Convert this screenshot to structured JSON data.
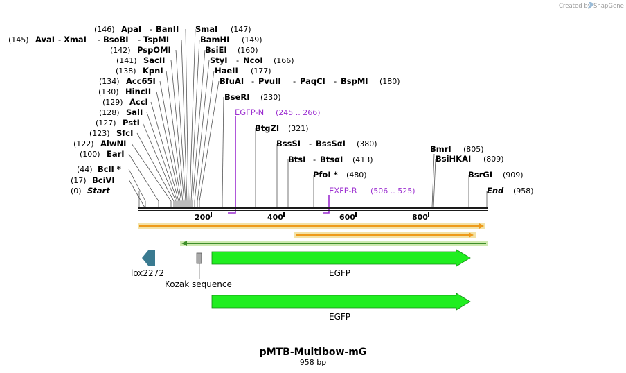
{
  "credit": {
    "created_by": "Created by",
    "brand": "SnapGene"
  },
  "map": {
    "length": 958
  },
  "sites": [
    {
      "name": "Start",
      "pos": "(0)",
      "italic": true
    },
    {
      "name": "BciVI",
      "pos": "(17)"
    },
    {
      "name": "BclI *",
      "pos": "(44)"
    },
    {
      "name": "EarI",
      "pos": "(100)"
    },
    {
      "name": "AlwNI",
      "pos": "(122)"
    },
    {
      "name": "SfcI",
      "pos": "(123)"
    },
    {
      "name": "PstI",
      "pos": "(127)"
    },
    {
      "name": "SalI",
      "pos": "(128)"
    },
    {
      "name": "AccI",
      "pos": "(129)"
    },
    {
      "name": "HincII",
      "pos": "(130)"
    },
    {
      "name": "Acc65I",
      "pos": "(134)"
    },
    {
      "name": "KpnI",
      "pos": "(138)"
    },
    {
      "name": "SacII",
      "pos": "(141)"
    },
    {
      "name": "PspOMI",
      "pos": "(142)"
    },
    {
      "name": "AvaI",
      "pos": "(145)",
      "extra": [
        "XmaI",
        "BsoBI",
        "TspMI"
      ]
    },
    {
      "name": "ApaI",
      "pos": "(146)",
      "extra": [
        "BanII"
      ]
    },
    {
      "name": "SmaI",
      "pos": "(147)"
    },
    {
      "name": "BamHI",
      "pos": "(149)"
    },
    {
      "name": "BsiEI",
      "pos": "(160)"
    },
    {
      "name": "StyI",
      "pos": "(166)",
      "extra": [
        "NcoI"
      ]
    },
    {
      "name": "HaeII",
      "pos": "(177)"
    },
    {
      "name": "BfuAI",
      "pos": "(180)",
      "extra": [
        "PvuII",
        "PaqCI",
        "BspMI"
      ]
    },
    {
      "name": "BseRI",
      "pos": "(230)"
    },
    {
      "name": "BtgZI",
      "pos": "(321)"
    },
    {
      "name": "BssSI",
      "pos": "(380)",
      "extra": [
        "BssSαI"
      ]
    },
    {
      "name": "BtsI",
      "pos": "(413)",
      "extra": [
        "BtsαI"
      ]
    },
    {
      "name": "PfoI *",
      "pos": "(480)"
    },
    {
      "name": "BmrI",
      "pos": "(805)"
    },
    {
      "name": "BsiHKAI",
      "pos": "(809)"
    },
    {
      "name": "BsrGI",
      "pos": "(909)"
    },
    {
      "name": "End",
      "pos": "(958)",
      "italic": true
    }
  ],
  "primers": [
    {
      "name": "EGFP-N",
      "range": "(245 .. 266)"
    },
    {
      "name": "EXFP-R",
      "range": "(506 .. 525)"
    }
  ],
  "ticks": [
    "200",
    "400",
    "600",
    "800"
  ],
  "features": {
    "lox": "lox2272",
    "kozak": "Kozak sequence",
    "egfp1": "EGFP",
    "egfp2": "EGFP"
  },
  "colors": {
    "backbone": "#1a1a1a",
    "orf_fill": "#ee9a1a",
    "orf_halo": "#f3e2a6",
    "orf_rev_fill": "#3e8e2a",
    "orf_rev_halo": "#cfeab0",
    "egfp": "#20ee20",
    "lox": "#3a7a90",
    "kozak": "#a8a8a8",
    "primer": "#9c2fd0"
  },
  "footer": {
    "name": "pMTB-Multibow-mG",
    "size": "958 bp"
  }
}
